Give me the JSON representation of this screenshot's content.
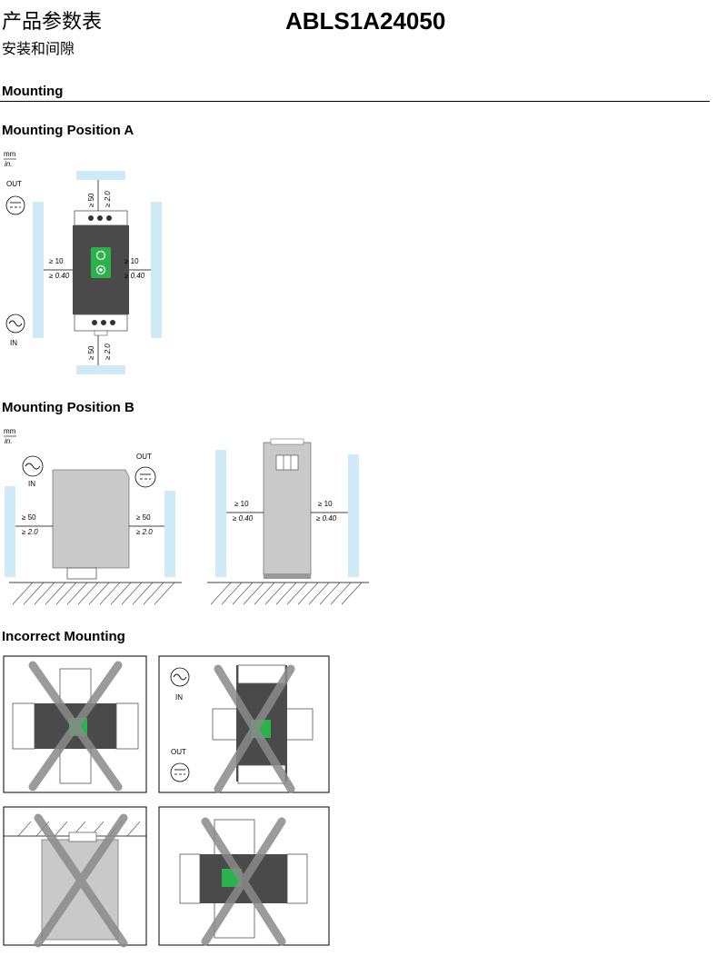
{
  "header": {
    "title_cn": "产品参数表",
    "subtitle_cn": "安装和间隙",
    "model": "ABLS1A24050"
  },
  "sections": {
    "mounting": "Mounting",
    "position_a": "Mounting Position A",
    "position_b": "Mounting Position B",
    "incorrect": "Incorrect Mounting"
  },
  "units": {
    "mm": "mm",
    "in": "in."
  },
  "labels": {
    "out": "OUT",
    "in": "IN",
    "clear_a_vert_mm": "≥ 50",
    "clear_a_vert_in": "≥ 2.0",
    "clear_a_side_mm": "≥ 10",
    "clear_a_side_in": "≥ 0.40",
    "clear_b_mm": "≥ 50",
    "clear_b_in": "≥ 2.0",
    "clear_b2_mm": "≥ 10",
    "clear_b2_in": "≥ 0.40"
  },
  "colors": {
    "rail_blue": "#cfe9f6",
    "body_dark": "#4a4a4a",
    "body_grey": "#c9c9c9",
    "accent_green": "#2bb24c",
    "cross_grey": "#8a8a8a"
  }
}
